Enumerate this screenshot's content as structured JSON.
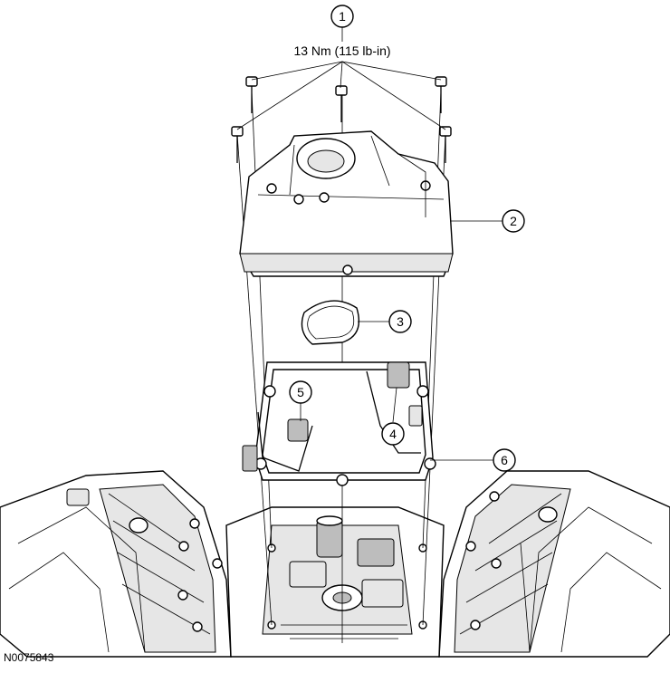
{
  "callouts": [
    {
      "number": "1"
    },
    {
      "number": "2"
    },
    {
      "number": "3"
    },
    {
      "number": "4"
    },
    {
      "number": "5"
    },
    {
      "number": "6"
    }
  ],
  "torque_spec": "13 Nm (115 lb-in)",
  "figure_id": "N0075843"
}
